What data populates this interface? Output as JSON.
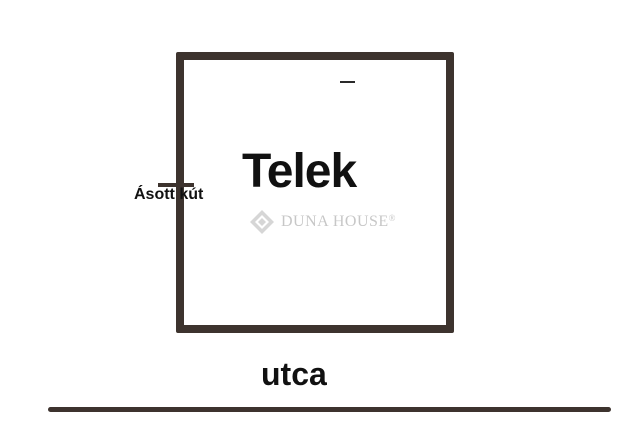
{
  "diagram": {
    "plot_label": "Telek",
    "well_label": "Ásott kút",
    "street_label": "utca",
    "watermark": {
      "brand": "DUNA HOUSE",
      "trademark": "®"
    }
  },
  "colors": {
    "outline": "#3d332e",
    "text": "#111111",
    "watermark": "#9a9a9a"
  },
  "icons": {
    "watermark_logo": "duna-house-diamond-logo"
  }
}
